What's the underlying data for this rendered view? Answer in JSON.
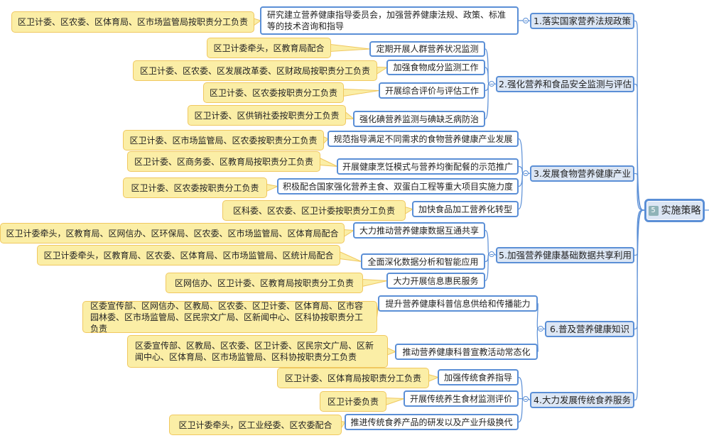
{
  "root": {
    "badge": "5",
    "label": "实施策略"
  },
  "branches": [
    {
      "label": "1.落实国家营养法规政策",
      "children": [
        {
          "label": "研究建立营养健康指导委员会，加强营养健康法规、政策、标准等的技术咨询和指导",
          "callout": "区卫计委、区农委、区体育局、区市场监管局按职责分工负责"
        }
      ]
    },
    {
      "label": "2.强化营养和食品安全监测与评估",
      "children": [
        {
          "label": "定期开展人群营养状况监测",
          "callout": "区卫计委牵头，区教育局配合"
        },
        {
          "label": "加强食物成分监测工作",
          "callout": "区卫计委、区农委、区发展改革委、区财政局按职责分工负责"
        },
        {
          "label": "开展综合评价与评估工作",
          "callout": "区卫计委、区农委按职责分工负责"
        },
        {
          "label": "强化碘营养监测与碘缺乏病防治",
          "callout": "区卫计委、区供销社委按职责分工负责"
        }
      ]
    },
    {
      "label": "3.发展食物营养健康产业",
      "children": [
        {
          "label": "规范指导满足不同需求的食物营养健康产业发展",
          "callout": "区卫计委、区市场监管局、区农委按职责分工负责"
        },
        {
          "label": "开展健康烹饪模式与营养均衡配餐的示范推广",
          "callout": "区卫计委、区商务委、区教育局按职责分工负责"
        },
        {
          "label": "积极配合国家强化营养主食、双蛋白工程等重大项目实施力度",
          "callout": "区卫计委、区农委按职责分工负责"
        },
        {
          "label": "加快食品加工营养化转型",
          "callout": "区科委、区农委、区卫计委按职责分工负责"
        }
      ]
    },
    {
      "label": "5.加强营养健康基础数据共享利用",
      "children": [
        {
          "label": "大力推动营养健康数据互通共享",
          "callout": "区卫计委牵头，区教育局、区网信办、区环保局、区农委、区市场监管局、区体育局配合"
        },
        {
          "label": "全面深化数据分析和智能应用",
          "callout": "区卫计委牵头，区教育局、区农委、区体育局、区市场监管局、区统计局配合"
        },
        {
          "label": "大力开展信息惠民服务",
          "callout": "区网信办、区卫计委、区教育局按职责分工负责"
        }
      ]
    },
    {
      "label": "6.普及营养健康知识",
      "children": [
        {
          "label": "提升营养健康科普信息供给和传播能力",
          "callout": "区委宣传部、区网信办、区教局、区农委、区卫计委、区体育局、区市容园林委、区市场监管局、区民宗文广局、区新闻中心、区科协按职责分工负责"
        },
        {
          "label": "推动营养健康科普宣教活动常态化",
          "callout": "区委宣传部、区教局、区农委、区卫计委、区民宗文广局、区新闻中心、区体育局、区市场监管局、区科协按职责分工负责"
        }
      ]
    },
    {
      "label": "4.大力发展传统食养服务",
      "children": [
        {
          "label": "加强传统食养指导",
          "callout": "区卫计委、区体育局按职责分工负责"
        },
        {
          "label": "开展传统养生食材监测评价",
          "callout": "区卫计委负责"
        },
        {
          "label": "推进传统食养产品的研发以及产业升级换代",
          "callout": "区卫计委牵头，区工业经委、区农委配合"
        }
      ]
    }
  ]
}
